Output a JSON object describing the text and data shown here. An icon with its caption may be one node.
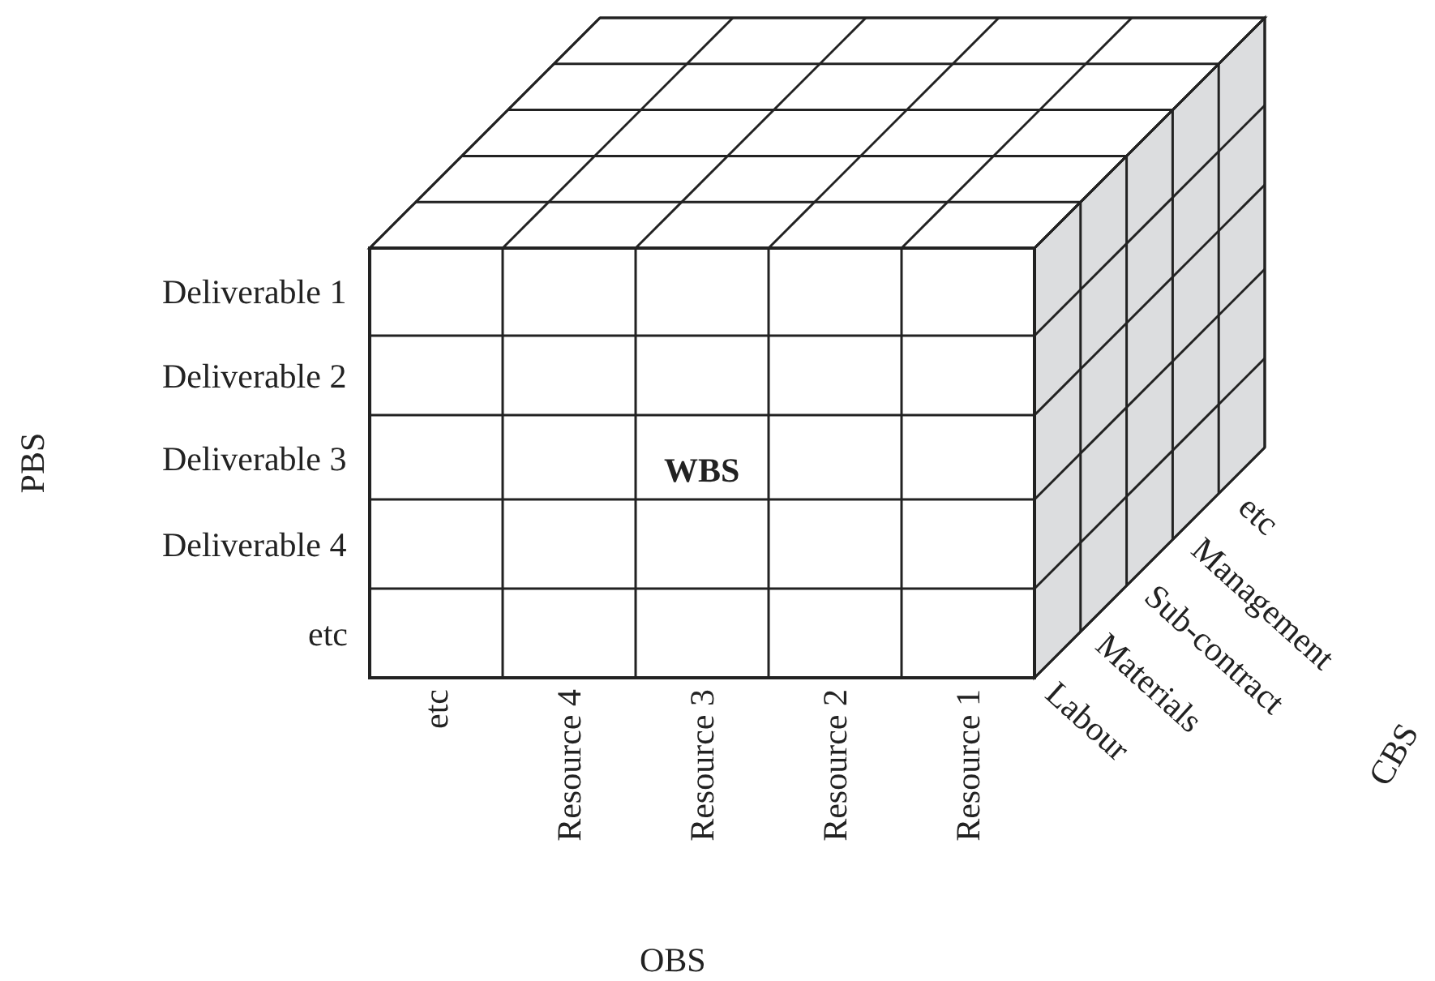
{
  "diagram": {
    "labels": [
      "Deliverable 1",
      "Deliverable 2",
      "Deliverable 3",
      "Deliverable 4",
      "etc",
      "PBS",
      "WBS",
      "etc",
      "Resource 4",
      "Resource 3",
      "Resource 2",
      "Resource 1",
      "OBS",
      "Labour",
      "Materials",
      "Sub-contract",
      "Management",
      "etc",
      "CBS"
    ]
  }
}
